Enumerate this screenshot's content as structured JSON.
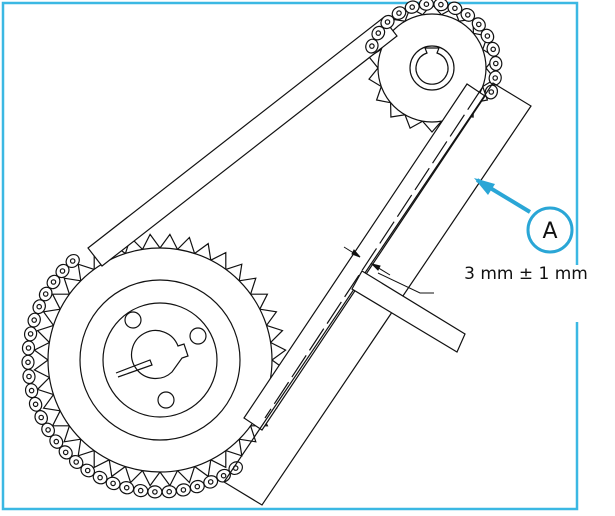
{
  "callout": {
    "letter": "A",
    "measurement": "3 mm ± 1 mm"
  },
  "colors": {
    "frame": "#3bb8e3",
    "callout": "#2aa6d6",
    "ink": "#111111",
    "background": "#ffffff"
  },
  "components": {
    "small_sprocket": "small-sprocket",
    "large_sprocket": "large-sprocket",
    "chain": "roller-chain",
    "straightedge": "straightedge",
    "gap_gauge": "gap-gauge"
  }
}
